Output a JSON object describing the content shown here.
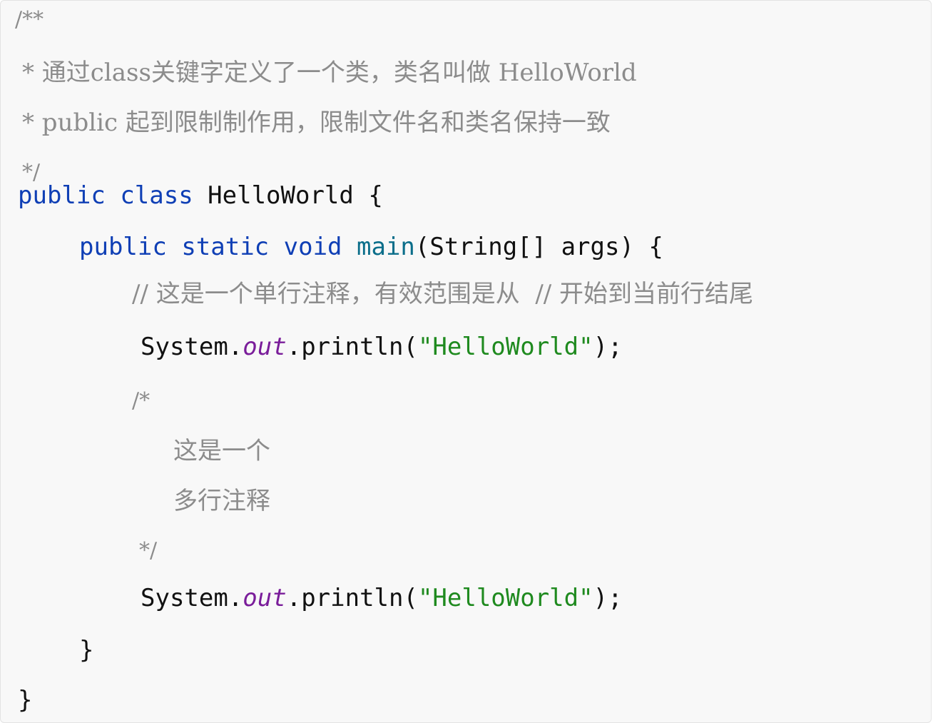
{
  "editor": {
    "lines": {
      "doc_open": "/**",
      "doc_line1": "* 通过class关键字定义了一个类，类名叫做 HelloWorld",
      "doc_line2": "* public 起到限制制作用，限制文件名和类名保持一致",
      "doc_close": "*/",
      "class_decl": {
        "kw_public": "public",
        "kw_class": "class",
        "name": "HelloWorld",
        "brace": "{"
      },
      "main_decl": {
        "kw_public": "public",
        "kw_static": "static",
        "kw_void": "void",
        "fn": "main",
        "params": "(String[] args)",
        "brace": "{"
      },
      "single_comment": "// 这是一个单行注释，有效范围是从  // 开始到当前行结尾",
      "println1": {
        "obj": "System.",
        "field": "out",
        "call": ".println(",
        "str": "\"HelloWorld\"",
        "end": ");"
      },
      "block_open": "/*",
      "block_line1": "这是一个",
      "block_line2": "多行注释",
      "block_close": "*/",
      "println2": {
        "obj": "System.",
        "field": "out",
        "call": ".println(",
        "str": "\"HelloWorld\"",
        "end": ");"
      },
      "method_close": "}",
      "class_close": "}"
    },
    "colors": {
      "keyword": "#0f3fb5",
      "method": "#0b6e8a",
      "field": "#7a1d9a",
      "string": "#1f8a1f",
      "comment": "#8c8c8c",
      "background": "#f8f8f8"
    }
  }
}
